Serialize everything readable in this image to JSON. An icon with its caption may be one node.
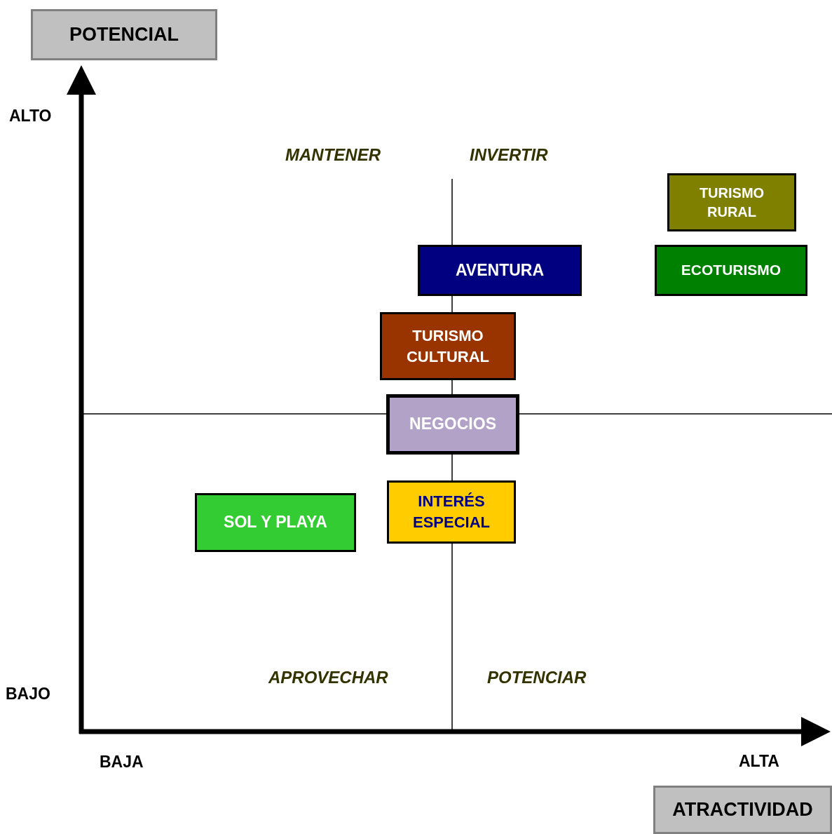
{
  "diagram": {
    "nodes": [
      {
        "text": [
          "POTENCIAL"
        ]
      },
      {
        "text": [
          "ATRACTIVIDAD"
        ]
      },
      {
        "text": [
          "TURISMO RURAL"
        ]
      },
      {
        "text": [
          "ECOTURISMO"
        ]
      },
      {
        "text": [
          "AVENTURA"
        ]
      },
      {
        "text": [
          "TURISMO CULTURAL"
        ]
      },
      {
        "text": [
          "NEGOCIOS"
        ]
      },
      {
        "text": [
          "SOL Y PLAYA"
        ]
      },
      {
        "text": [
          "INTERÉS ESPECIAL"
        ]
      }
    ],
    "labels": [
      "ALTO",
      "MANTENER",
      "INVERTIR",
      "APROVECHAR",
      "POTENCIAR",
      "BAJO",
      "BAJA",
      "ALTA"
    ]
  }
}
